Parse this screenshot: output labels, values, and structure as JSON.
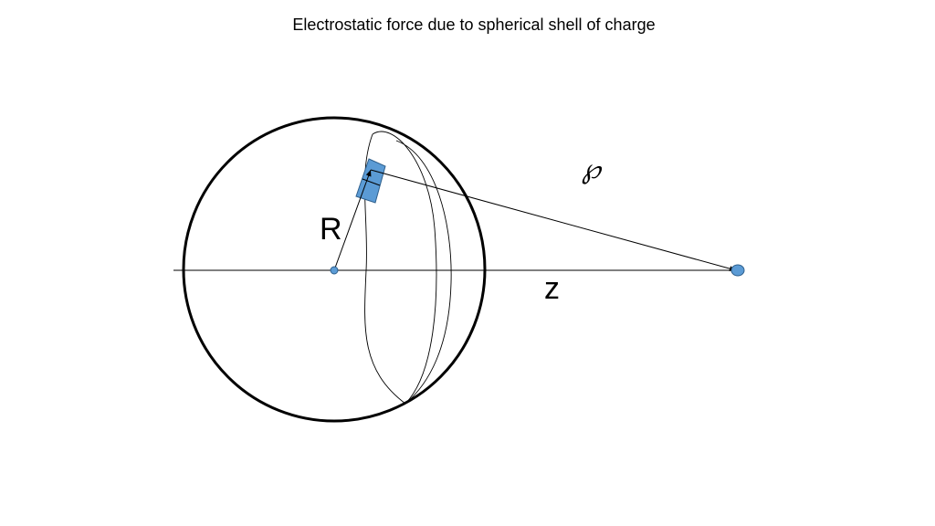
{
  "title": "Electrostatic force due to spherical shell of charge",
  "labels": {
    "radius": "R",
    "distance": "z",
    "point_symbol": "℘"
  },
  "colors": {
    "charge_fill": "#5b9bd5",
    "charge_stroke": "#2e5f8c",
    "line": "#000000",
    "background": "#ffffff"
  }
}
